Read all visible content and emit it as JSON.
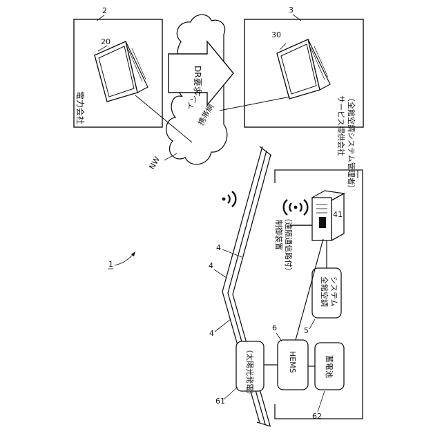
{
  "system_ref": "1",
  "nodes": {
    "power_company": {
      "ref": "2",
      "label": "電力会社",
      "pc_ref": "20"
    },
    "service_provider": {
      "ref": "3",
      "line1": "サービス提供会社",
      "line2": "（全館空調システム管理者）",
      "pc_ref": "30"
    },
    "network": {
      "ref": "NW",
      "line1": "インターネット、",
      "line2": "携帯網"
    },
    "dr_request": {
      "label": "DR要求"
    },
    "roof": {
      "ref": "4"
    },
    "control_device": {
      "ref": "41",
      "line1": "制御装置",
      "line2": "（遠隔通信路付）"
    },
    "hvac": {
      "ref": "5",
      "line1": "全館空調",
      "line2": "システム"
    },
    "hems": {
      "ref": "6",
      "label": "HEMS"
    },
    "solar": {
      "ref": "61",
      "label": "（太陽光発電）"
    },
    "battery": {
      "ref": "62",
      "label": "蓄電池"
    }
  },
  "icons": [
    "laptop-icon",
    "cloud-icon",
    "wifi-icon",
    "router-icon"
  ]
}
